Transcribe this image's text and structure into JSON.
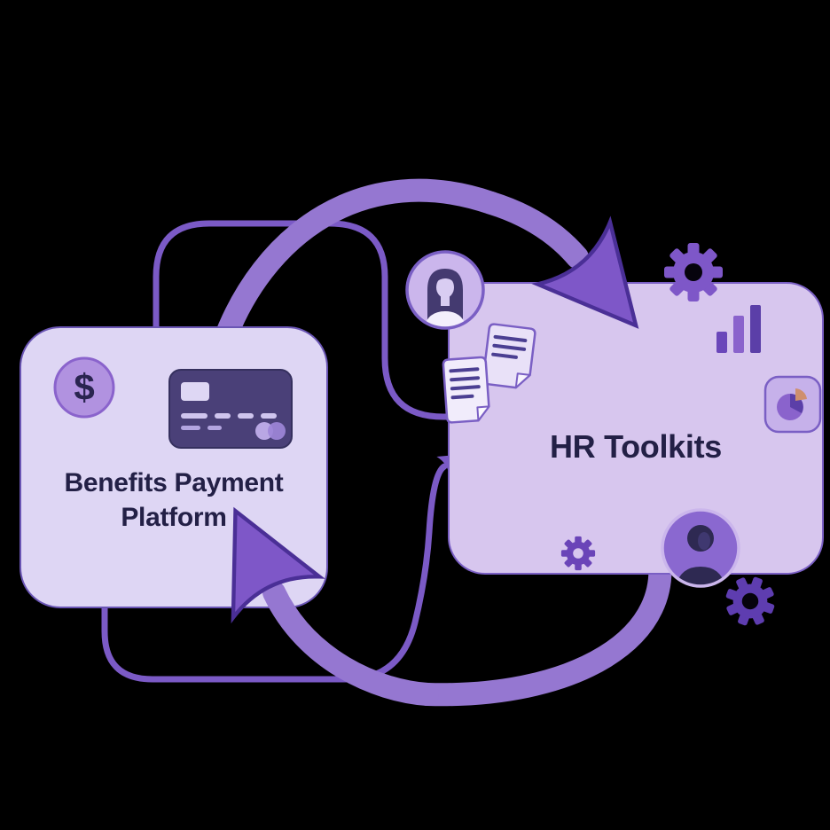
{
  "left_box": {
    "title_lines": [
      "Benefits Payment",
      "Platform"
    ],
    "dollar_symbol": "$"
  },
  "right_box": {
    "title": "HR Toolkits"
  },
  "icons": {
    "left_box": [
      "dollar-coin-icon",
      "credit-card-icon"
    ],
    "connectors": [
      "cycle-arrow-top",
      "cycle-arrow-bottom",
      "orbit-line-top",
      "orbit-line-bottom"
    ],
    "right_box": [
      "woman-avatar-icon",
      "document-back-icon",
      "document-front-icon",
      "gear-top-icon",
      "bar-chart-icon",
      "pie-chart-icon",
      "man-avatar-icon",
      "gear-small-icon",
      "gear-outline-icon"
    ]
  },
  "colors": {
    "background": "#000000",
    "left_box_fill": "#ded6f4",
    "right_box_fill": "#d7c6ee",
    "box_border": "#7a5fc4",
    "title_text": "#232046",
    "arrow_shaft": "#9577d1",
    "arrow_head": "#7e57c8",
    "thin_line": "#7b5ac6",
    "dark_accent": "#443a70"
  }
}
